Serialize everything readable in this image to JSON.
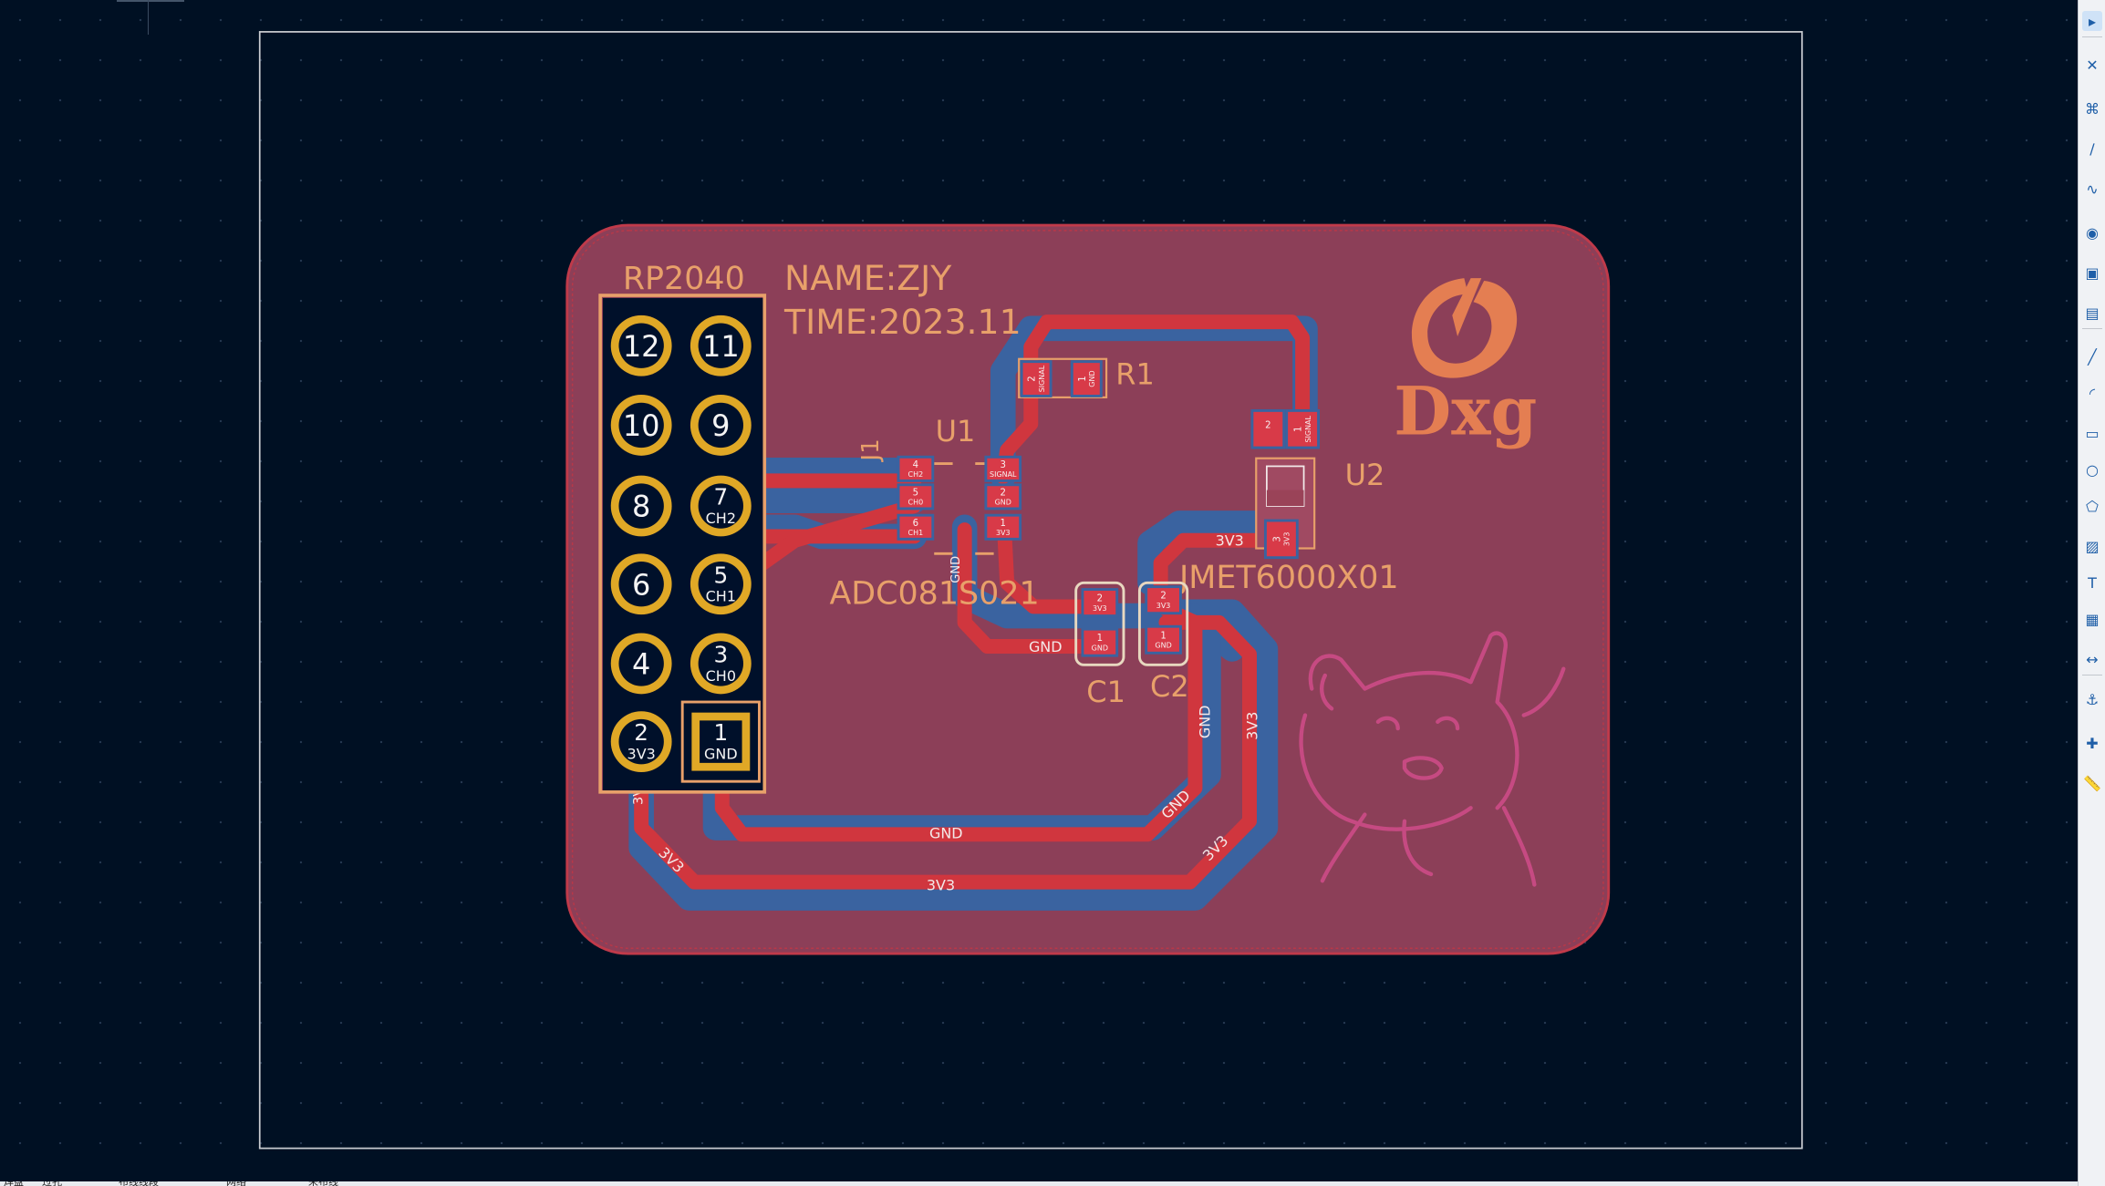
{
  "colors": {
    "background": "#001023",
    "board_fill": "#8c3f58",
    "board_edge": "#c03a4a",
    "frame": "#c8cbd0",
    "front_copper": "#d0363e",
    "back_copper": "#3a63a0",
    "silkscreen": "#e8a06a",
    "pad_gold": "#e0a826",
    "pad_red": "#d83a48",
    "logo": "#e47e52",
    "doge": "#c64a82"
  },
  "board": {
    "silk_texts": {
      "rp2040": "RP2040",
      "name": "NAME:ZJY",
      "time": "TIME:2023.11",
      "u1": "U1",
      "u2": "U2",
      "r1": "R1",
      "c1": "C1",
      "c2": "C2",
      "adc": "ADC081S021",
      "jmet": "JMET6000X01",
      "j1": "J1"
    },
    "logo_text": "Dxg",
    "header_pins": [
      {
        "num": "12",
        "net": ""
      },
      {
        "num": "11",
        "net": ""
      },
      {
        "num": "10",
        "net": ""
      },
      {
        "num": "9",
        "net": ""
      },
      {
        "num": "8",
        "net": ""
      },
      {
        "num": "7",
        "net": "CH2"
      },
      {
        "num": "6",
        "net": ""
      },
      {
        "num": "5",
        "net": "CH1"
      },
      {
        "num": "4",
        "net": ""
      },
      {
        "num": "3",
        "net": "CH0"
      },
      {
        "num": "2",
        "net": "3V3"
      },
      {
        "num": "1",
        "net": "GND"
      }
    ],
    "u1_left_pads": [
      {
        "num": "4",
        "net": "CH2"
      },
      {
        "num": "5",
        "net": "CH0"
      },
      {
        "num": "6",
        "net": "CH1"
      }
    ],
    "u1_right_pads": [
      {
        "num": "3",
        "net": "SIGNAL"
      },
      {
        "num": "2",
        "net": "GND"
      },
      {
        "num": "1",
        "net": "3V3"
      }
    ],
    "r1_pads": [
      {
        "num": "2",
        "net": "SIGNAL"
      },
      {
        "num": "1",
        "net": "GND"
      }
    ],
    "u2_pads": [
      {
        "num": "2",
        "net": ""
      },
      {
        "num": "1",
        "net": "SIGNAL"
      },
      {
        "num": "3",
        "net": "3V3"
      }
    ],
    "c1_pads": [
      {
        "num": "2",
        "net": "3V3"
      },
      {
        "num": "1",
        "net": "GND"
      }
    ],
    "c2_pads": [
      {
        "num": "2",
        "net": "3V3"
      },
      {
        "num": "1",
        "net": "GND"
      }
    ],
    "track_labels": {
      "gnd_1": "GND",
      "gnd_2": "GND",
      "gnd_3": "GND",
      "gnd_4": "GND",
      "gnd_5": "GND",
      "v33_1": "3V3",
      "v33_2": "3V3",
      "v33_3": "3V3",
      "v33_4": "3V3",
      "v33_5": "3V3",
      "v33_6": "3V3"
    }
  },
  "status_bar": {
    "items": [
      "焊盘",
      "过孔",
      "布线线段",
      "网络",
      "未布线"
    ]
  },
  "toolbar_icons": [
    "select-icon",
    "close-icon",
    "net-highlight-icon",
    "route-track-icon",
    "tune-length-icon",
    "via-icon",
    "footprint-icon",
    "zone-icon",
    "line-icon",
    "arc-icon",
    "rectangle-icon",
    "circle-icon",
    "polygon-icon",
    "image-icon",
    "text-icon",
    "table-icon",
    "dimension-icon",
    "anchor-icon",
    "grid-origin-icon",
    "measure-icon"
  ]
}
